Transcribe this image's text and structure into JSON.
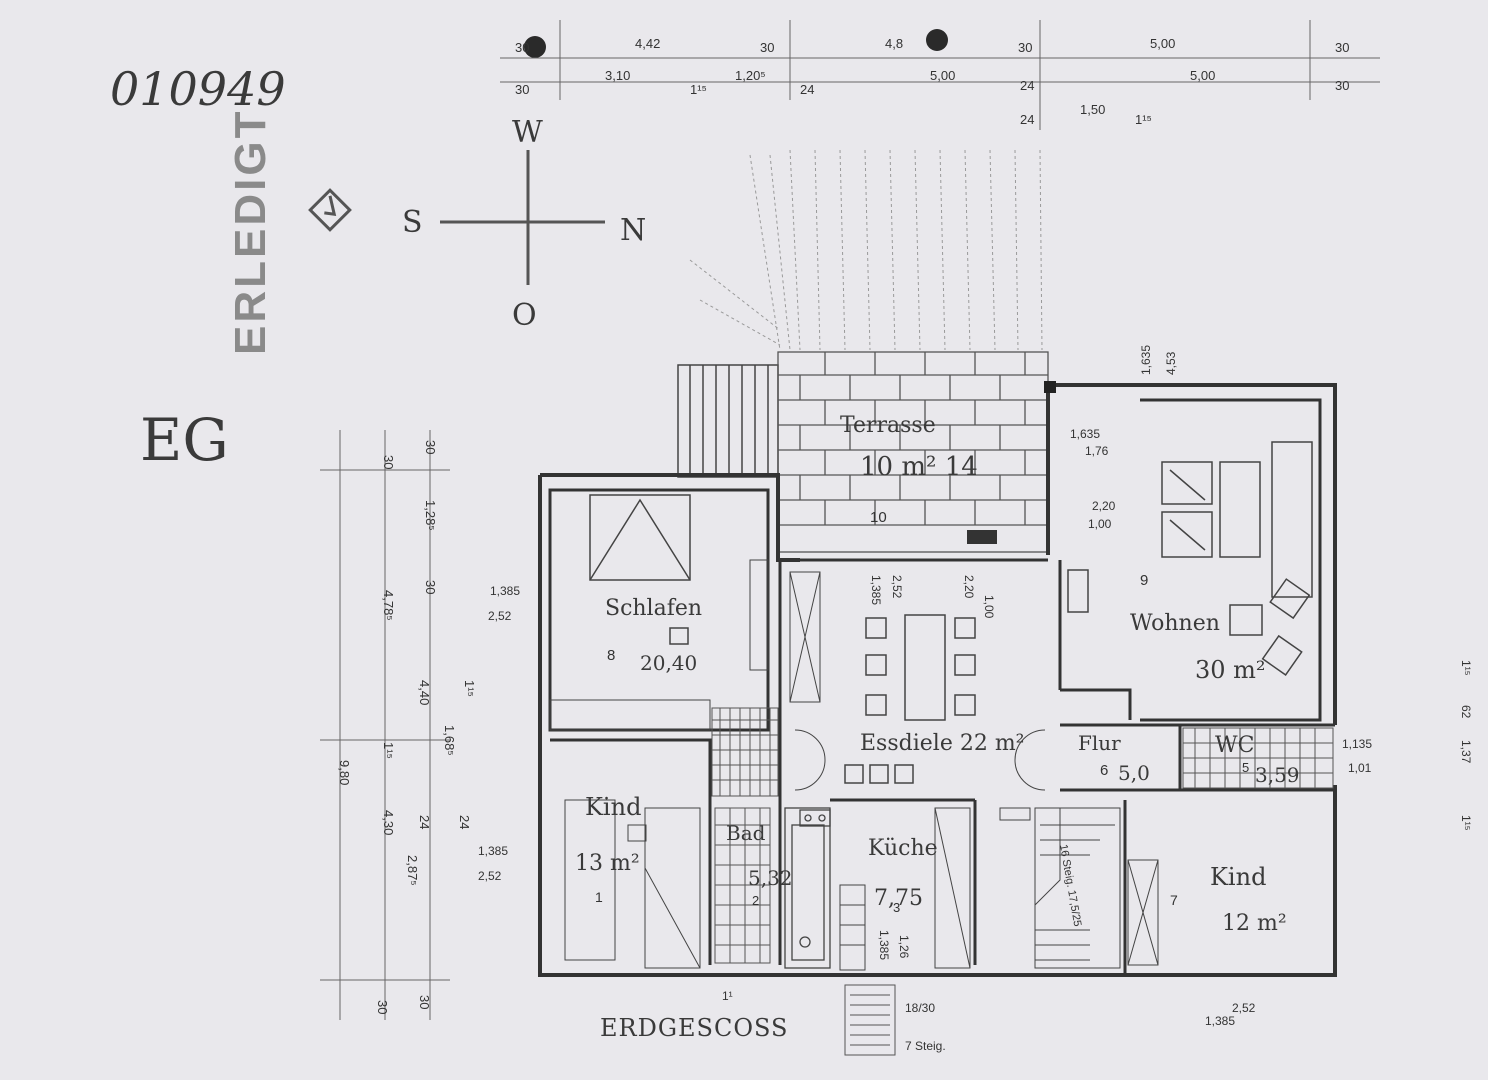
{
  "document": {
    "number": "010949",
    "floor_code": "EG",
    "floor_title": "ERDGESCOSS",
    "stamp": "ERLEDIGT"
  },
  "compass": {
    "west": "W",
    "south": "S",
    "north": "N",
    "east": "O"
  },
  "rooms": [
    {
      "id": "terrasse",
      "name": "Terrasse",
      "area": "10 m² 14",
      "number": "10"
    },
    {
      "id": "schlafen",
      "name": "Schlafen",
      "area": "20,40",
      "number": "8"
    },
    {
      "id": "essdiele",
      "name": "Essdiele 22 m²",
      "area": ""
    },
    {
      "id": "wohnen",
      "name": "Wohnen",
      "area": "30 m²",
      "number": "9"
    },
    {
      "id": "flur",
      "name": "Flur",
      "area": "5,0",
      "number": "6"
    },
    {
      "id": "wc",
      "name": "WC",
      "area": "3,59",
      "number": "5"
    },
    {
      "id": "kind1",
      "name": "Kind",
      "area": "13 m²",
      "number": "1"
    },
    {
      "id": "bad",
      "name": "Bad",
      "area": "5,32",
      "number": "2"
    },
    {
      "id": "kueche",
      "name": "Küche",
      "area": "7,75",
      "number": "3"
    },
    {
      "id": "kind2",
      "name": "Kind",
      "area": "12 m²",
      "number": "7"
    },
    {
      "id": "stair",
      "name": "16 Steig. 17,5/25",
      "area": ""
    }
  ],
  "dimensions": {
    "top_row1": [
      "30",
      "4,42",
      "30",
      "4,8",
      "30",
      "5,00",
      "30"
    ],
    "top_row2": [
      "30",
      "3,10",
      "1,20⁵",
      "1¹⁵",
      "24",
      "5,00",
      "24",
      "5,00",
      "30"
    ],
    "top_row3": [
      "24",
      "1,50",
      "1¹⁵"
    ],
    "left_col": [
      "30",
      "30",
      "1,28⁵",
      "30",
      "4,78⁵",
      "4,40",
      "1¹⁵",
      "1,68⁵",
      "1¹⁵",
      "9,80",
      "4,30",
      "24",
      "24",
      "2,87⁵",
      "30",
      "30"
    ],
    "schlafen_dims": [
      "1,385",
      "2,52"
    ],
    "kind_dims": [
      "1,385",
      "2,52"
    ],
    "essdiele_dims": [
      "1,385",
      "2,52",
      "2,20",
      "1,00"
    ],
    "terrasse_dims": [
      "1,635",
      "4,53",
      "1,635",
      "1,76",
      "2,20",
      "1,00"
    ],
    "wc_dims": [
      "1,135",
      "1,01"
    ],
    "kueche_dims": [
      "1,385",
      "1,26"
    ],
    "bottom_dims": [
      "1¹",
      "18/30",
      "7 Steig.",
      "1,385",
      "2,52"
    ],
    "right_edge": [
      "1¹⁵",
      "62",
      "1,37",
      "1¹⁵"
    ]
  }
}
